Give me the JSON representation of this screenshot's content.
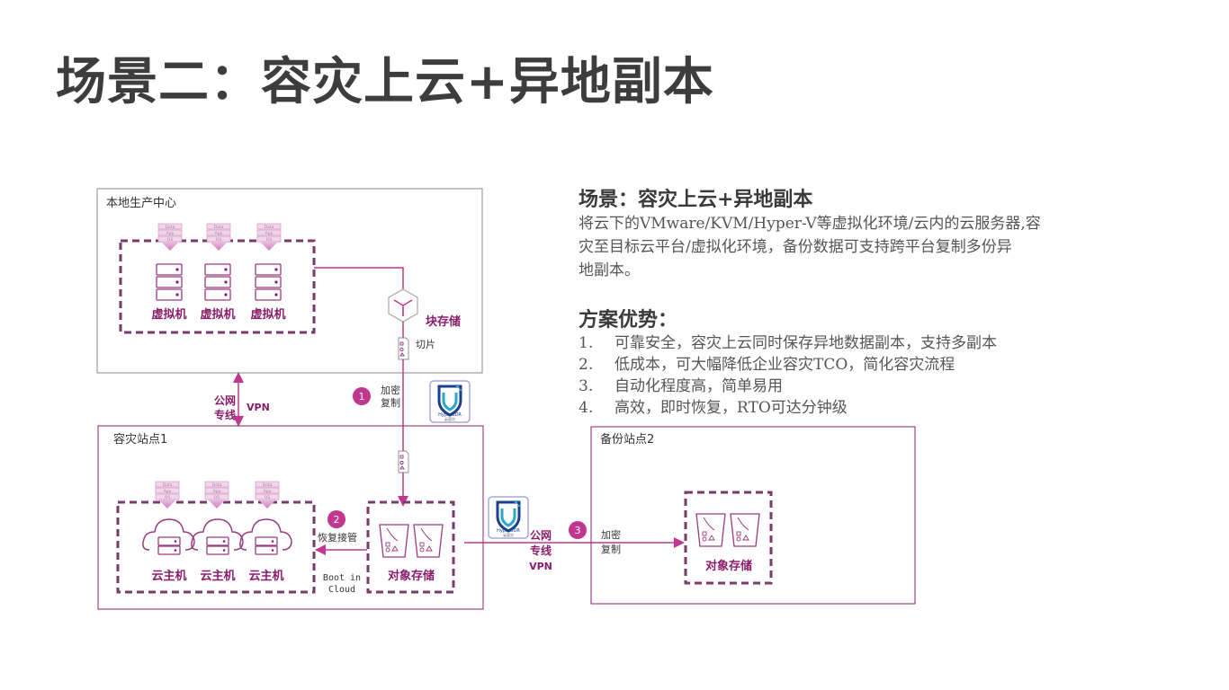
{
  "page_title": "场景二：容灾上云+异地副本",
  "scenario": {
    "heading": "场景：容灾上云+异地副本",
    "desc_lines": [
      "将云下的VMware/KVM/Hyper-V等虚拟化环境/云内的云服务器,容",
      "灾至目标云平台/虚拟化环境，备份数据可支持跨平台复制多份异",
      "地副本。"
    ]
  },
  "advantages": {
    "heading": "方案优势：",
    "items": [
      {
        "num": "1.",
        "text": "可靠安全，容灾上云同时保存异地数据副本，支持多副本"
      },
      {
        "num": "2.",
        "text": "低成本，可大幅降低企业容灾TCO，简化容灾流程"
      },
      {
        "num": "3.",
        "text": "自动化程度高，简单易用"
      },
      {
        "num": "4.",
        "text": "高效，即时恢复，RTO可达分钟级"
      }
    ]
  },
  "diagram": {
    "local_center": "本地生产中心",
    "vm_label": "虚拟机",
    "stack_labels": [
      "Data",
      "App",
      "OS"
    ],
    "block_storage": "块存储",
    "slice": "切片",
    "step1": {
      "num": "1",
      "line1": "加密",
      "line2": "复制"
    },
    "link1": {
      "line1": "公网",
      "line2": "专线",
      "vpn": "VPN"
    },
    "dr_site": "容灾站点1",
    "cloud_host": "云主机",
    "step2": {
      "num": "2",
      "label": "恢复接管"
    },
    "boot": {
      "line1": "Boot in",
      "line2": "Cloud"
    },
    "object_storage": "对象存储",
    "shield_text": "HyperBDR",
    "shield_sub": "云容灾",
    "link2": {
      "line1": "公网",
      "line2": "专线",
      "vpn": "VPN"
    },
    "step3": {
      "num": "3",
      "line1": "加密",
      "line2": "复制"
    },
    "backup_site": "备份站点2",
    "backup_storage": "对象存储"
  },
  "colors": {
    "accent": "#8b1c6b",
    "pink": "#c2378e",
    "box_border": "#7a3a6b",
    "gray_border": "#8a8a8a"
  }
}
